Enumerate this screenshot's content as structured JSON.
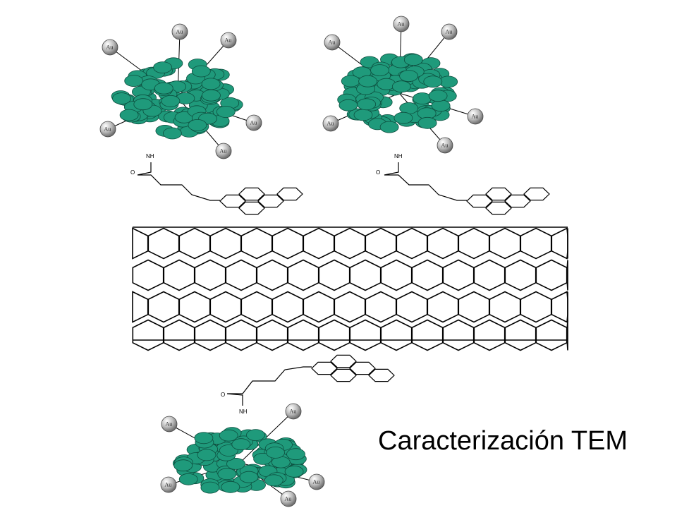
{
  "caption": "Caracterización TEM",
  "labels": {
    "gold_atom": "Au",
    "amide_n": "NH",
    "carbonyl_o": "O"
  },
  "colors": {
    "nanoparticle_fill": "#1f9a7b",
    "nanoparticle_stroke": "#0d4f3f",
    "bond_line": "#000000",
    "gold_sphere_light": "#f2f2f2",
    "gold_sphere_dark": "#7a7a7a"
  }
}
